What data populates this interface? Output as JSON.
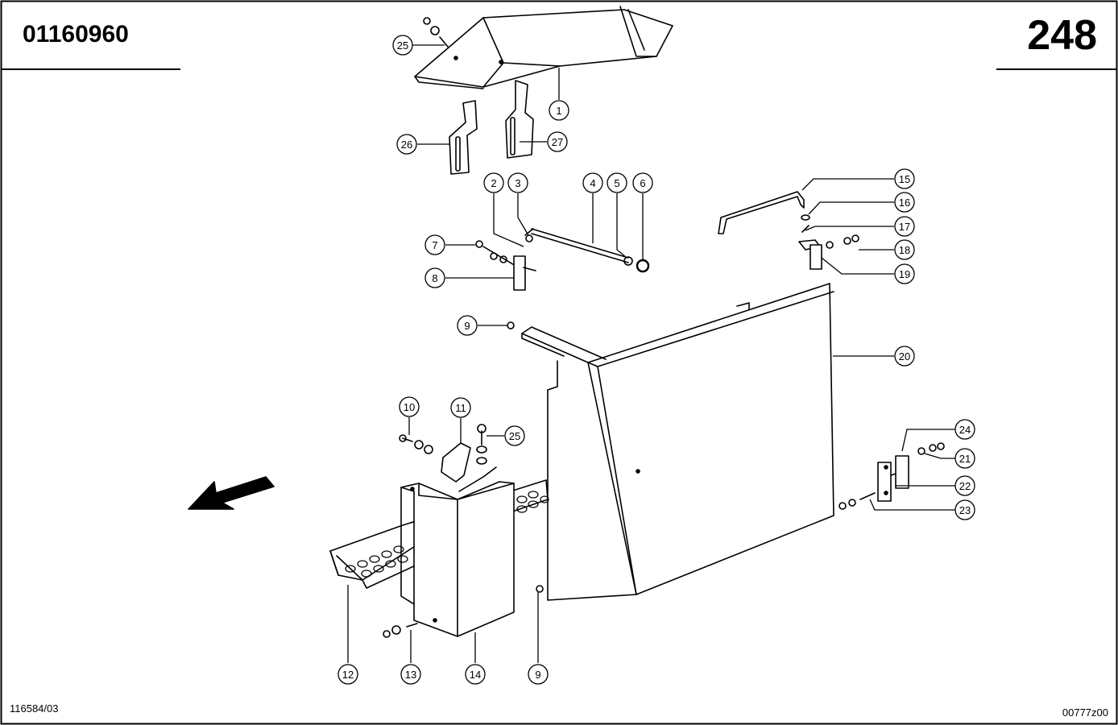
{
  "header": {
    "document_number": "01160960",
    "page_number": "248"
  },
  "footer": {
    "left_code": "116584/03",
    "right_code": "00777z00"
  },
  "callouts": [
    "1",
    "2",
    "3",
    "4",
    "5",
    "6",
    "7",
    "8",
    "9",
    "10",
    "11",
    "12",
    "13",
    "14",
    "15",
    "16",
    "17",
    "18",
    "19",
    "20",
    "21",
    "22",
    "23",
    "24",
    "25",
    "26",
    "27"
  ]
}
